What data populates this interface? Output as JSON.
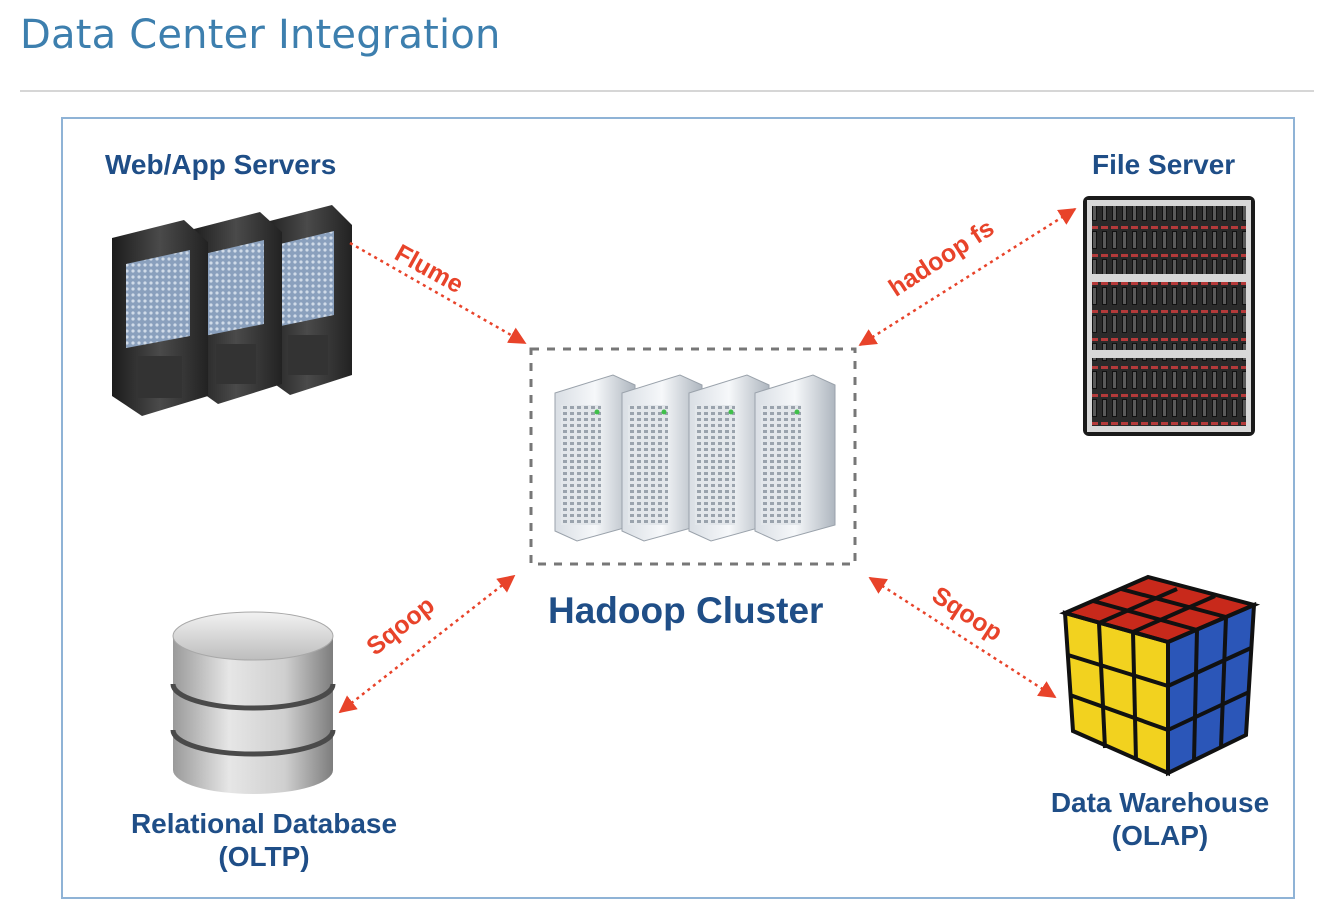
{
  "slide": {
    "title": "Data Center Integration"
  },
  "nodes": {
    "web_app_servers": "Web/App Servers",
    "file_server": "File Server",
    "hadoop_cluster": "Hadoop Cluster",
    "relational_db": {
      "line1": "Relational Database",
      "line2": "(OLTP)"
    },
    "data_warehouse": {
      "line1": "Data Warehouse",
      "line2": "(OLAP)"
    }
  },
  "flows": {
    "flume": "Flume",
    "hadoop_fs": "hadoop fs",
    "sqoop_db": "Sqoop",
    "sqoop_dw": "Sqoop"
  },
  "colors": {
    "title": "#3d7fae",
    "labels": "#1f4e87",
    "flows": "#e8432a",
    "frame": "#8fb3d6"
  },
  "icons": [
    "server-rack-icon",
    "file-server-icon",
    "hadoop-cluster-icon",
    "database-icon",
    "cube-icon"
  ]
}
